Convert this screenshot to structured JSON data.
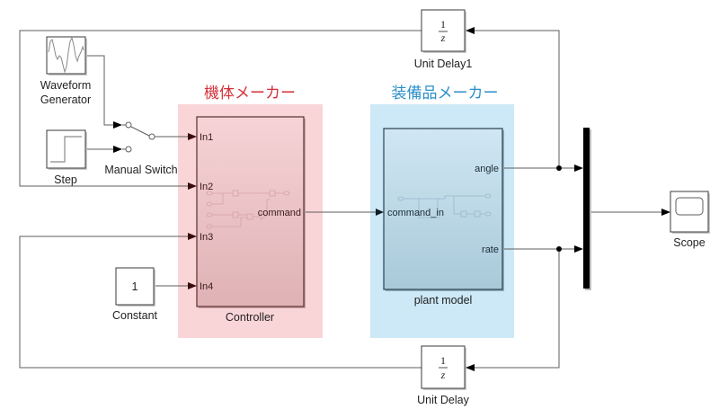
{
  "areas": {
    "airframe_maker": {
      "title": "機体メーカー",
      "title_color": "#d3303a",
      "fill": "#f9d5d8"
    },
    "equipment_maker": {
      "title": "装備品メーカー",
      "title_color": "#2a8fc8",
      "fill": "#cde8f6"
    }
  },
  "blocks": {
    "waveform_generator": {
      "label_line1": "Waveform",
      "label_line2": "Generator"
    },
    "step": {
      "label": "Step"
    },
    "manual_switch": {
      "label": "Manual Switch"
    },
    "constant": {
      "label": "Constant",
      "value": "1"
    },
    "controller": {
      "label": "Controller",
      "inports": [
        "In1",
        "In2",
        "In3",
        "In4"
      ],
      "outports": [
        "command"
      ]
    },
    "plant_model": {
      "label": "plant model",
      "inports": [
        "command_in"
      ],
      "outports": [
        "angle",
        "rate"
      ]
    },
    "unit_delay1": {
      "label": "Unit Delay1",
      "numerator": "1",
      "denominator": "z"
    },
    "unit_delay": {
      "label": "Unit Delay",
      "numerator": "1",
      "denominator": "z"
    },
    "scope": {
      "label": "Scope"
    }
  }
}
